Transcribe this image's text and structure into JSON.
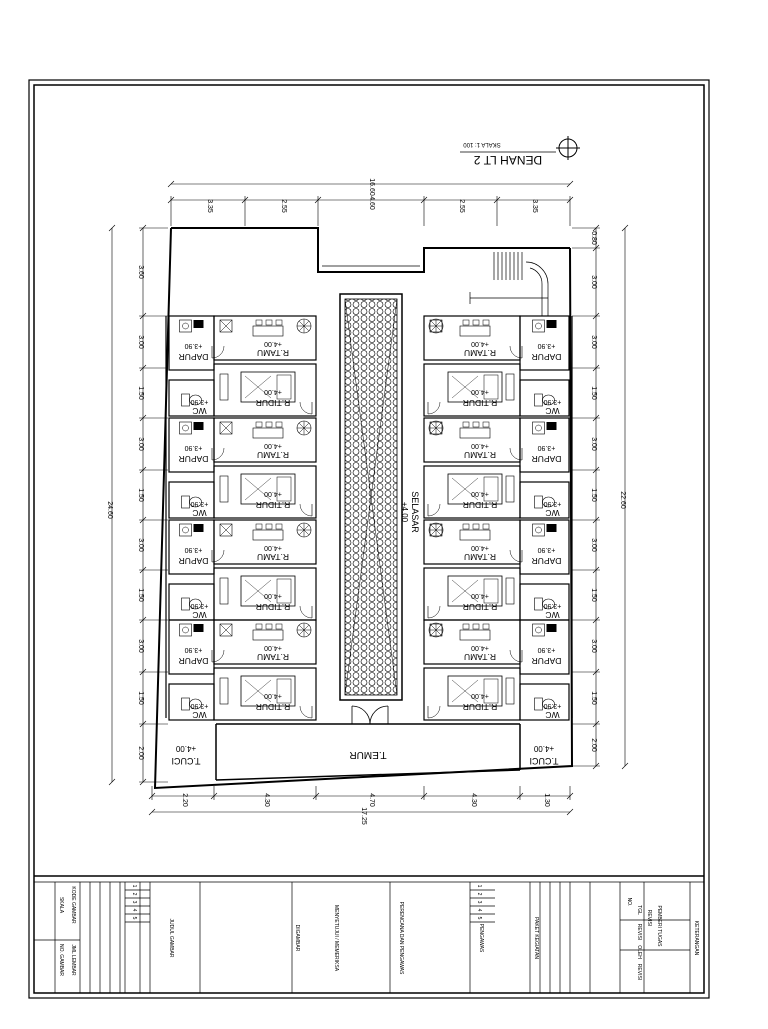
{
  "drawing": {
    "title": "DENAH LT 2",
    "scale": "SKALA 1: 100",
    "corridor_label": "SELASAR",
    "corridor_elev": "+4.00",
    "terrace_label": "T.EMUR",
    "storage_label": "T.CUCI",
    "storage_elev": "+4.00"
  },
  "labels": {
    "living": "R.TAMU",
    "bedroom": "R.TIDUR",
    "kitchen": "DAPUR",
    "wc": "WC",
    "room_elev": "+4.00",
    "wet_elev": "+3.90"
  },
  "dimensions": {
    "top_total": "16.60",
    "top_mid": "4.60",
    "top_segments": [
      "3.35",
      "2.55",
      "2.55",
      "3.35"
    ],
    "bottom_total": "17.25",
    "bottom_segments": [
      "2.20",
      "4.30",
      "4.70",
      "4.30",
      "1.30"
    ],
    "left_total": "24.60",
    "left_segments": [
      "3.60",
      "3.00",
      "1.50",
      "3.00",
      "1.50",
      "3.00",
      "1.50",
      "3.00",
      "1.50",
      "2.00"
    ],
    "right_total": "22.60",
    "right_segments": [
      "0.80",
      "3.00",
      "3.00",
      "1.50",
      "3.00",
      "1.50",
      "3.00",
      "1.50",
      "3.00",
      "1.50",
      "2.00"
    ]
  },
  "title_block": {
    "header": "KETERANGAN",
    "rows_left": [
      "NO.",
      "TGL",
      "REVISI",
      "PEMBERI TUGAS"
    ],
    "rows_right": [
      "REVISI",
      "OLEH",
      "REVISI"
    ],
    "project": "PAKET KEGIATAN",
    "owner": "PENGAWAS",
    "planner": "PERENCANA DAN PENGAWAS",
    "approval": "MENYETUJUI / MEMERIKSA",
    "drawn": "DIGAMBAR",
    "drawing_title": "JUDUL GAMBAR",
    "scale_label": "SKALA",
    "code_label": "KODE GAMBAR",
    "sheet_no": "NO. GAMBAR",
    "sheet_count": "JML LEMBAR",
    "revision_numbers": [
      "1",
      "2",
      "3",
      "4",
      "5"
    ]
  }
}
